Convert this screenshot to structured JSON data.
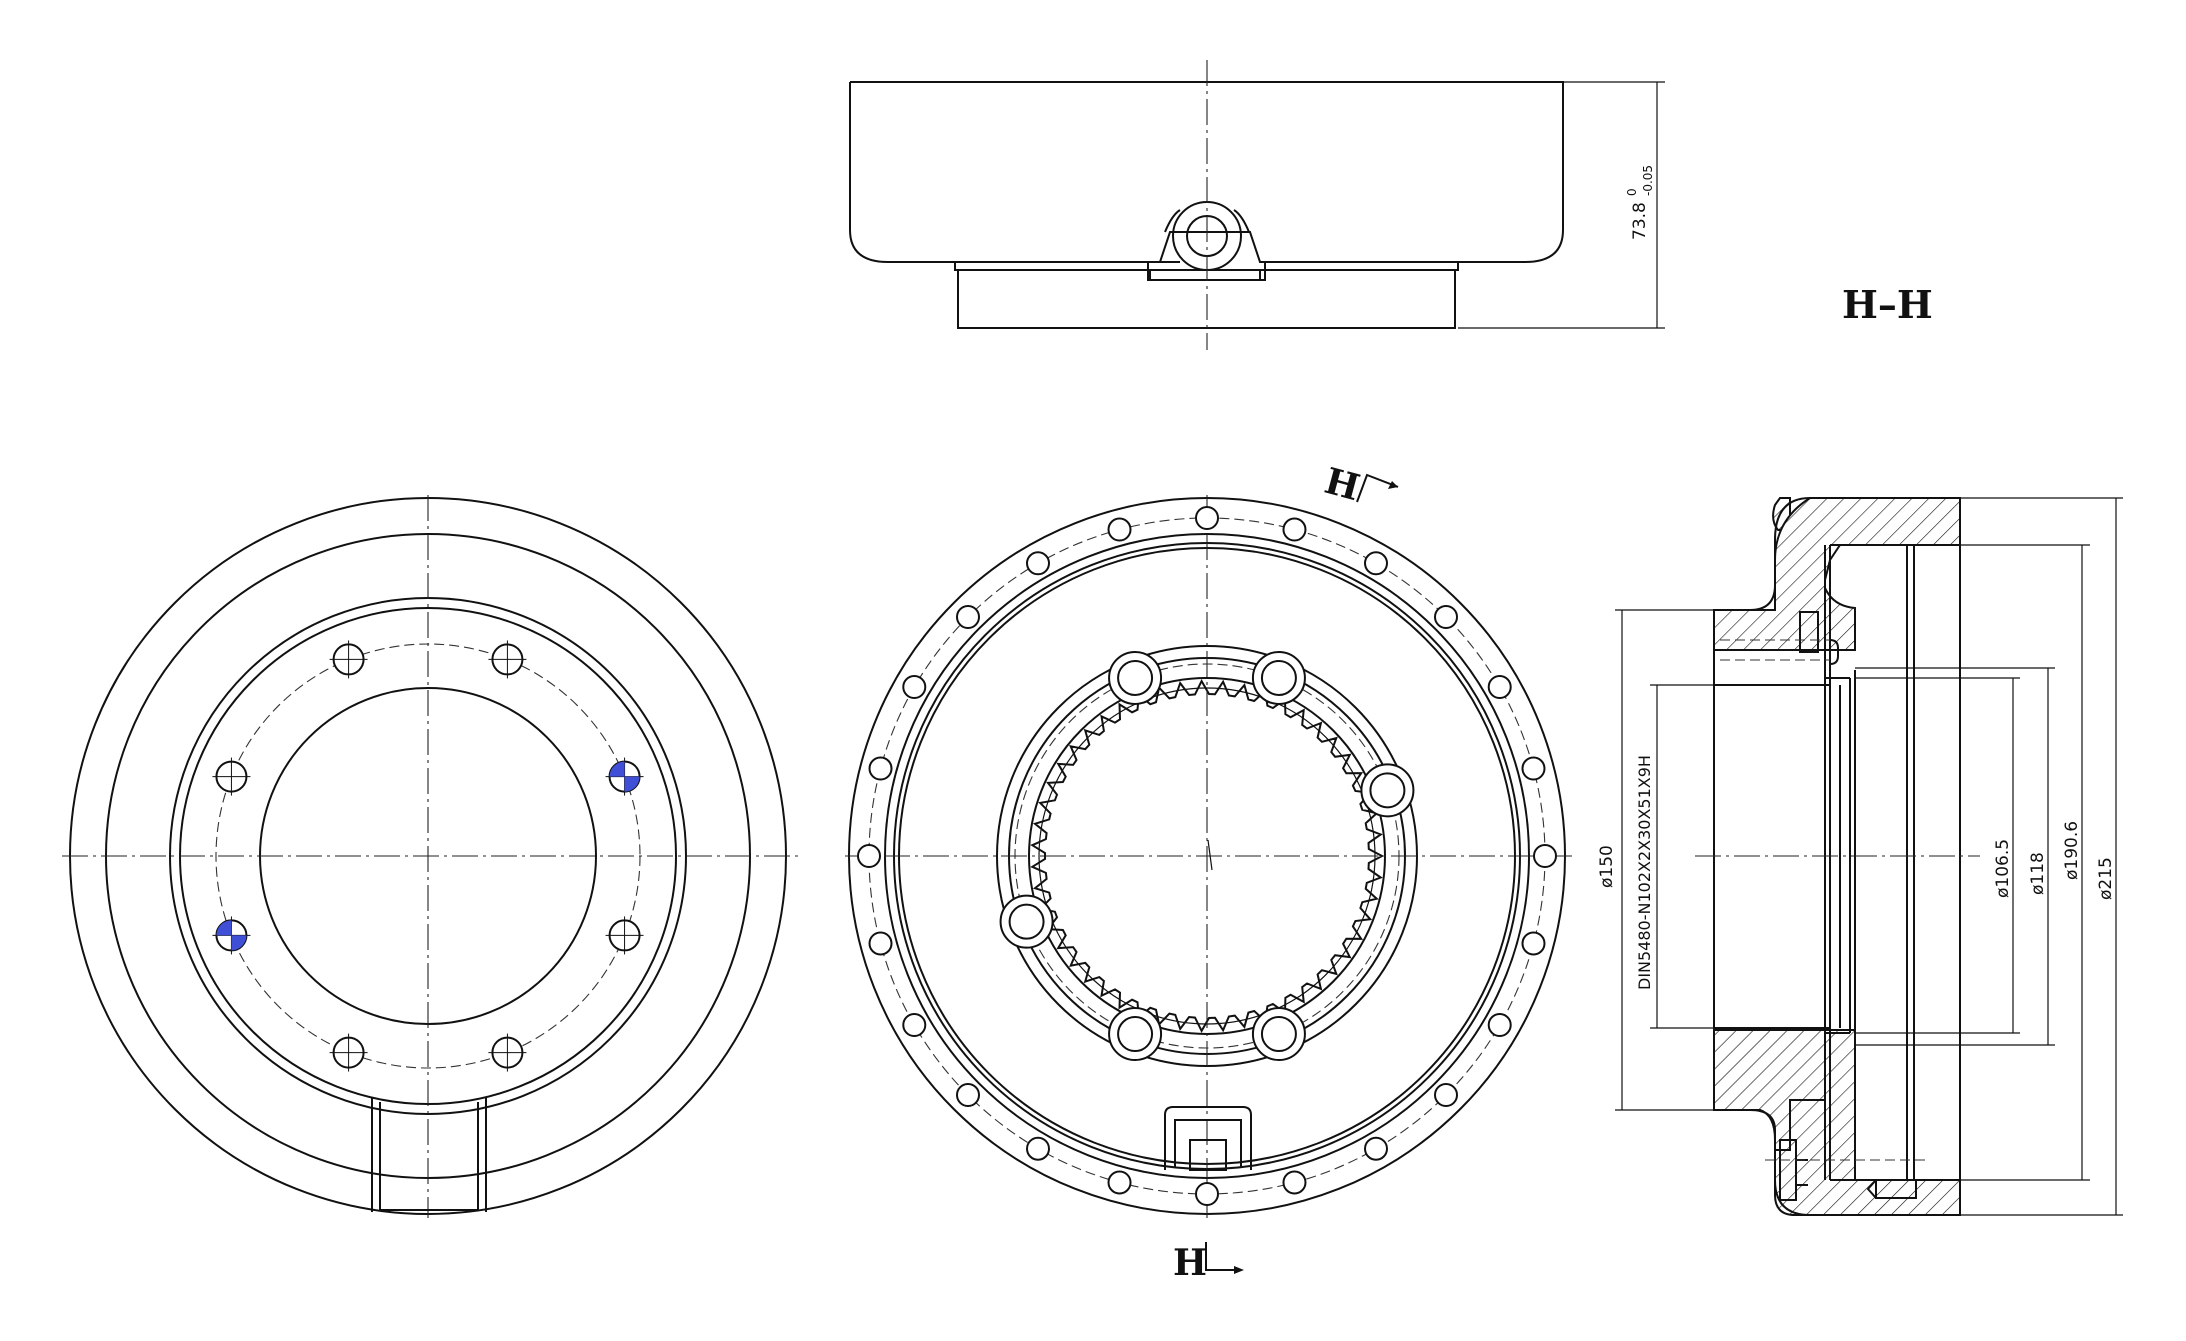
{
  "section_title": "H–H",
  "cut_label_top": "H",
  "cut_label_bottom": "H",
  "dimensions": {
    "height": "73.8",
    "height_tol_upper": "0",
    "height_tol_lower": "-0.05",
    "dia_150": "ø150",
    "spline": "DIN5480-N102X2X30X51X9H",
    "dia_106_5": "ø106.5",
    "dia_118": "ø118",
    "dia_190_6": "ø190.6",
    "dia_215": "ø215"
  },
  "colors": {
    "line": "#111111",
    "highlight": "#3f4fd6"
  },
  "flange_hole_count": 24,
  "spline_teeth": 51
}
